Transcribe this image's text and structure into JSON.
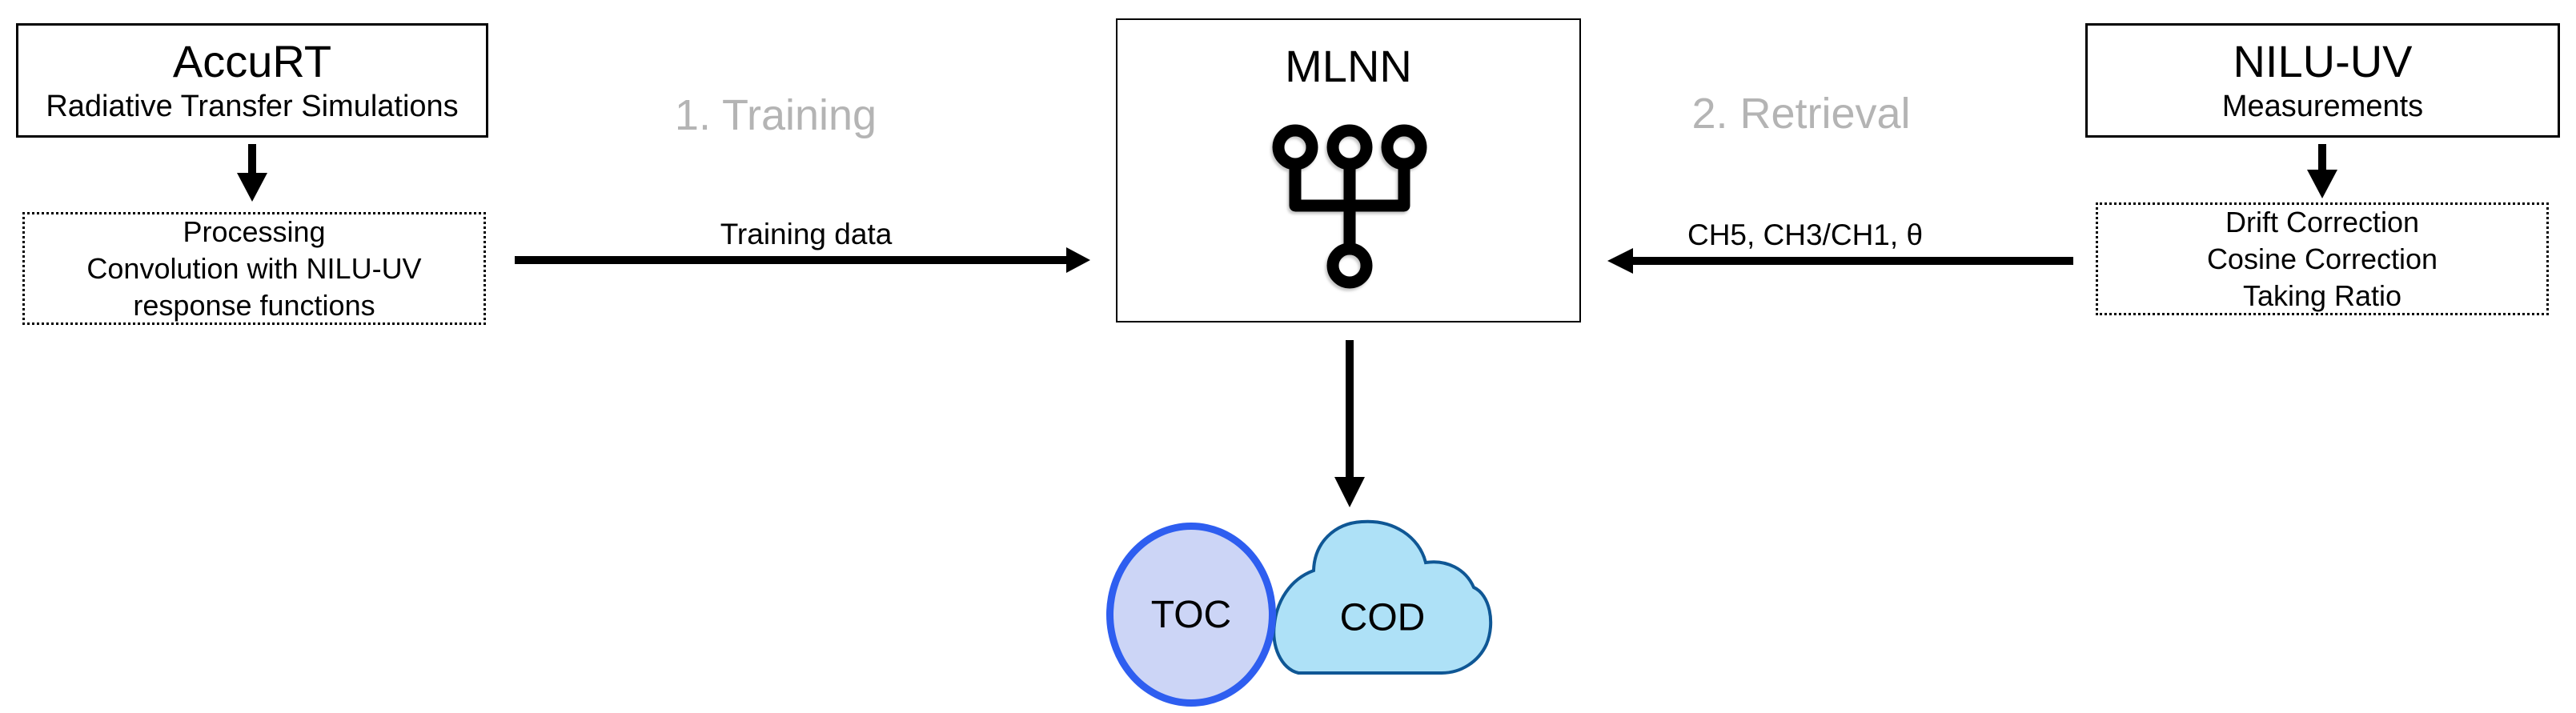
{
  "diagram": {
    "title_hint": "MLNN training and retrieval flow diagram",
    "colors": {
      "toc-fill": "#ccd5f6",
      "toc-border": "#2e5ef0",
      "cod-fill": "#aee1f7",
      "cod-border": "#0f5795",
      "phase-label": "#b4b4b4",
      "line": "#000000"
    },
    "nodes": {
      "accurt": {
        "title": "AccuRT",
        "subtitle": "Radiative Transfer Simulations"
      },
      "processing": {
        "lines": [
          "Processing",
          "Convolution with NILU-UV",
          "response functions"
        ]
      },
      "mlnn": {
        "title": "MLNN",
        "icon": "neural-network-tree-icon"
      },
      "niluuv": {
        "title": "NILU-UV",
        "subtitle": "Measurements"
      },
      "corrections": {
        "lines": [
          "Drift Correction",
          "Cosine Correction",
          "Taking Ratio"
        ]
      },
      "toc": {
        "label": "TOC"
      },
      "cod": {
        "label": "COD"
      }
    },
    "labels": {
      "phase1": "1. Training",
      "phase2": "2. Retrieval",
      "training_arrow": "Training data",
      "retrieval_arrow": "CH5, CH3/CH1, θ"
    }
  }
}
